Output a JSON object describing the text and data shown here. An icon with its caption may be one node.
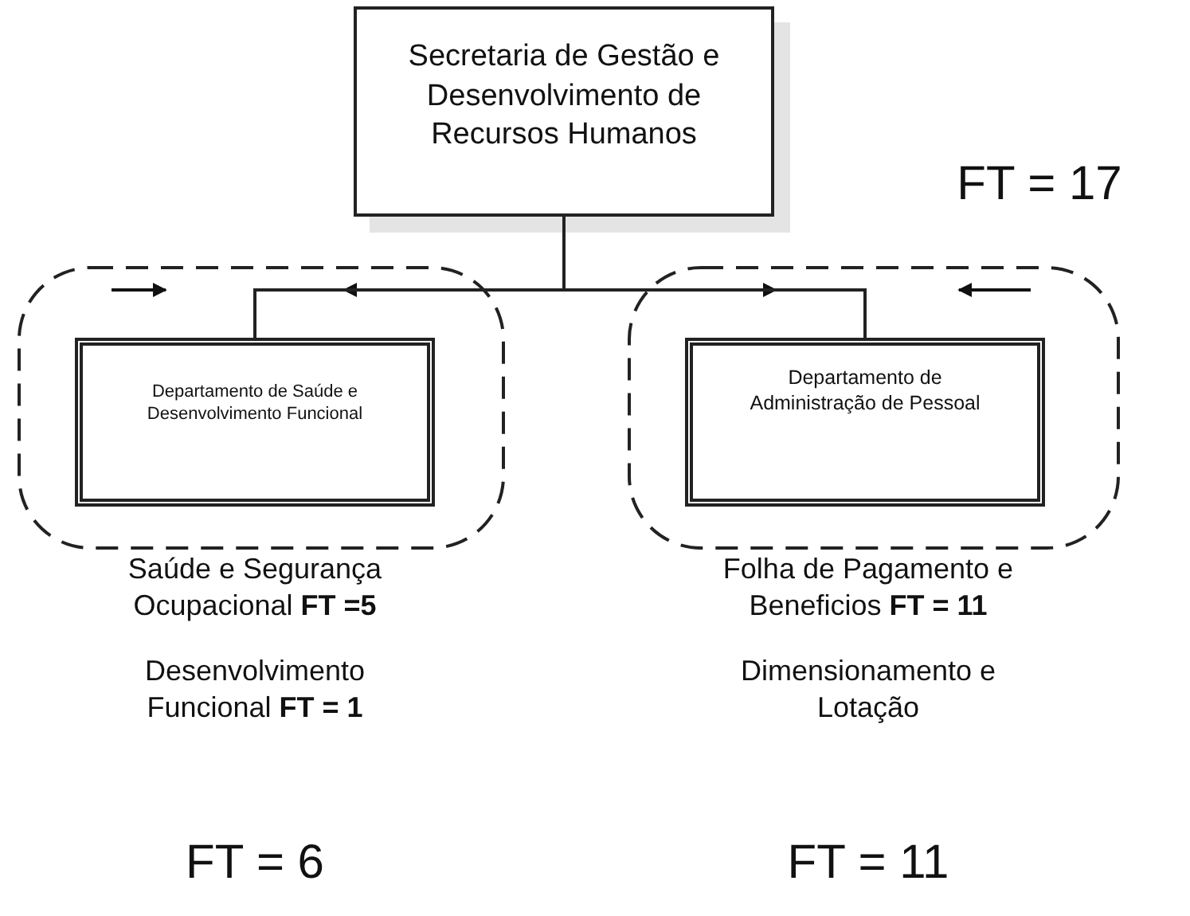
{
  "diagram": {
    "nodes": [
      {
        "text": [
          "Secretaria de Gestão e Desenvolvimento de Recursos Humanos"
        ],
        "beside": [
          "FT = 17"
        ]
      },
      {
        "text": [
          "Departamento de Saúde e Desenvolvimento Funcional"
        ],
        "beside": [
          "Saúde e Segurança Ocupacional **FT =5**",
          "Desenvolvimento Funcional **FT = 1**",
          "FT = 6"
        ]
      },
      {
        "text": [
          "Departamento de Administração de Pessoal"
        ],
        "beside": [
          "Folha de Pagamento e Beneficios **FT = 11**",
          "Dimensionamento e Lotação",
          "FT = 11"
        ]
      }
    ],
    "edges": [
      {
        "from": 0,
        "to": 1,
        "arrow": "none"
      },
      {
        "from": 0,
        "to": 2,
        "arrow": "none"
      }
    ]
  }
}
